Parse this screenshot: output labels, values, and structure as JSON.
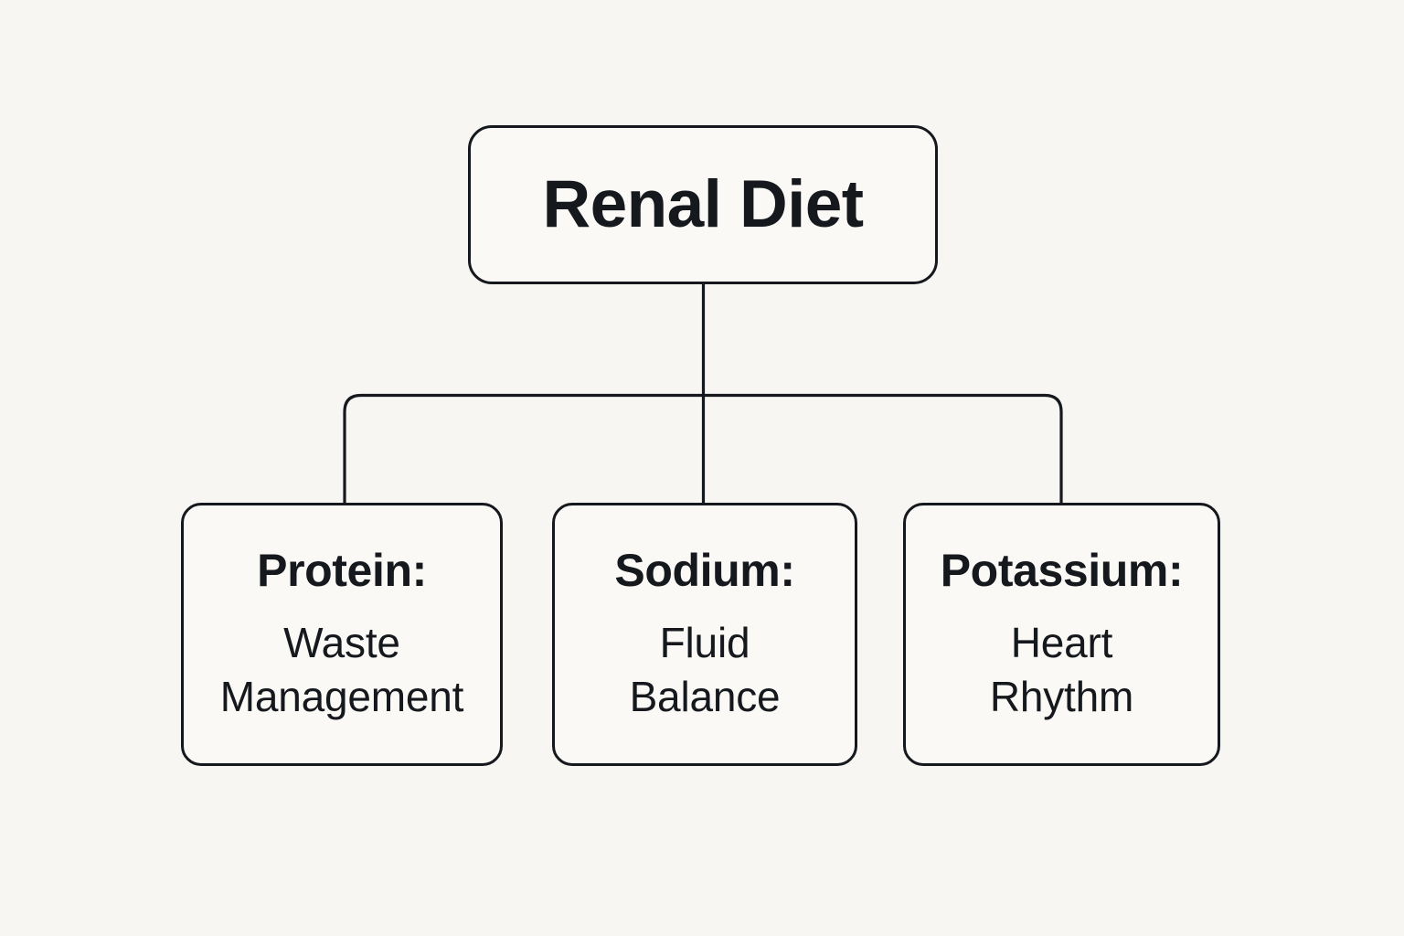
{
  "diagram": {
    "type": "hierarchy-tree",
    "background_color": "#f7f6f2",
    "node_fill_color": "#faf9f6",
    "stroke_color": "#15181c",
    "root": {
      "title": "Renal Diet"
    },
    "children": [
      {
        "title": "Protein:",
        "description": "Waste\nManagement"
      },
      {
        "title": "Sodium:",
        "description": "Fluid\nBalance"
      },
      {
        "title": "Potassium:",
        "description": "Heart\nRhythm"
      }
    ]
  }
}
